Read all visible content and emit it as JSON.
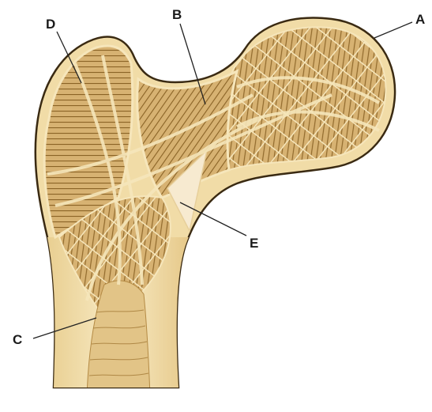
{
  "colors": {
    "bone_fill": "#f1dca7",
    "bone_light": "#f8ecc8",
    "bone_outline": "#3a2a12",
    "trabecular": "#c59a56",
    "trabecular_dark": "#8a6326",
    "canal": "#e2c487"
  },
  "labels": {
    "a": "A",
    "b": "B",
    "c": "C",
    "d": "D",
    "e": "E"
  }
}
